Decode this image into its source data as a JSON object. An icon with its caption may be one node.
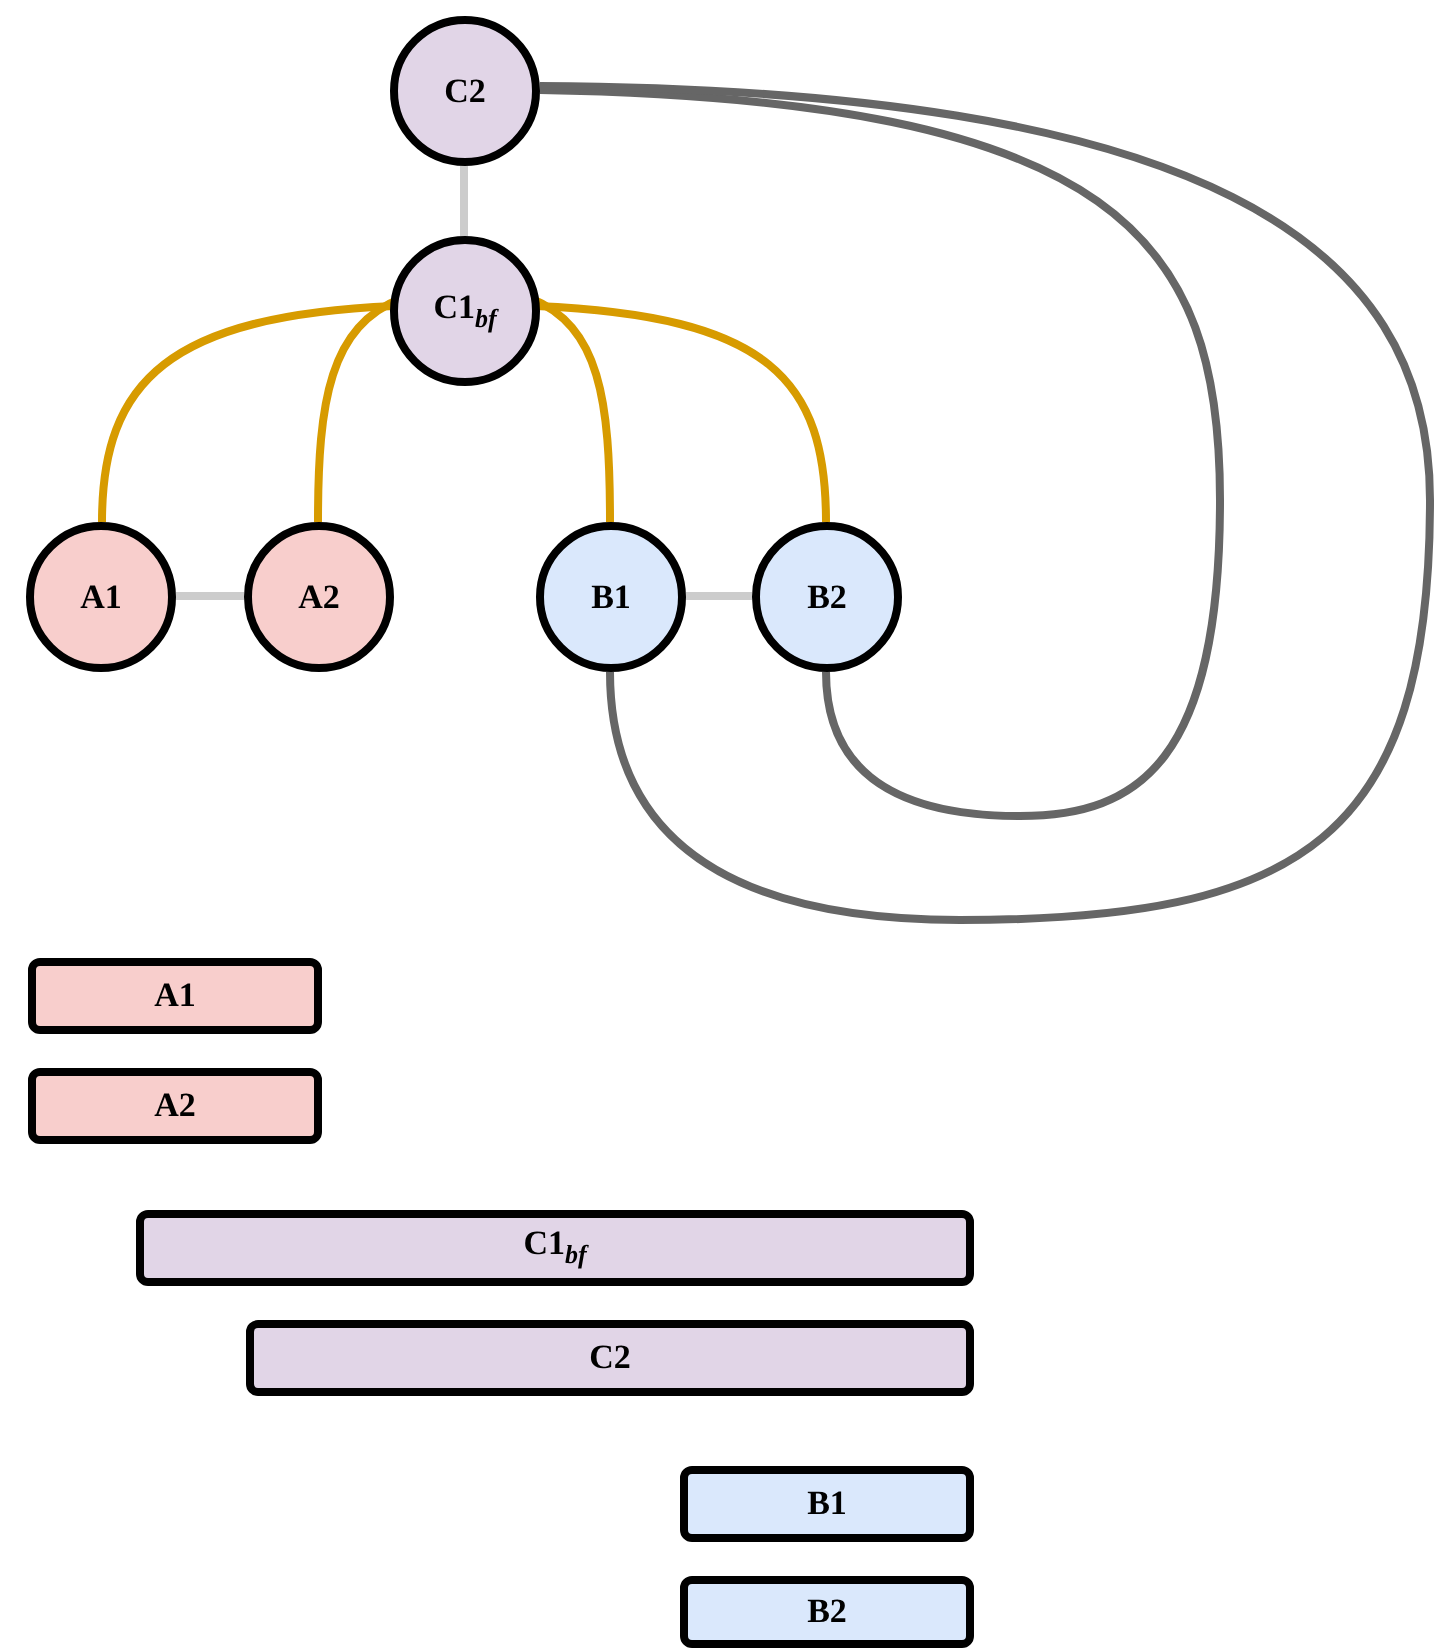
{
  "diagram": {
    "nodes": [
      {
        "text": [
          "C2"
        ]
      },
      {
        "text": [
          "C1$_{bf}$"
        ]
      },
      {
        "text": [
          "A1"
        ]
      },
      {
        "text": [
          "A2"
        ]
      },
      {
        "text": [
          "B1"
        ]
      },
      {
        "text": [
          "B2"
        ]
      },
      {
        "text": [
          "A1"
        ]
      },
      {
        "text": [
          "A2"
        ]
      },
      {
        "text": [
          "C1$_{bf}$"
        ]
      },
      {
        "text": [
          "C2"
        ]
      },
      {
        "text": [
          "B1"
        ]
      },
      {
        "text": [
          "B2"
        ]
      }
    ],
    "edges": [
      {
        "from": 0,
        "to": 1,
        "arrow": "none",
        "color": "#cccccc"
      },
      {
        "from": 1,
        "to": 2,
        "arrow": "none"
      },
      {
        "from": 1,
        "to": 3,
        "arrow": "none"
      },
      {
        "from": 1,
        "to": 4,
        "arrow": "none"
      },
      {
        "from": 1,
        "to": 5,
        "arrow": "none"
      },
      {
        "from": 2,
        "to": 3,
        "arrow": "none",
        "color": "#cccccc"
      },
      {
        "from": 4,
        "to": 5,
        "arrow": "none",
        "color": "#cccccc"
      },
      {
        "from": 0,
        "to": 5,
        "arrow": "none",
        "color": "#666666"
      },
      {
        "from": 0,
        "to": 4,
        "arrow": "none",
        "color": "#666666"
      }
    ]
  }
}
